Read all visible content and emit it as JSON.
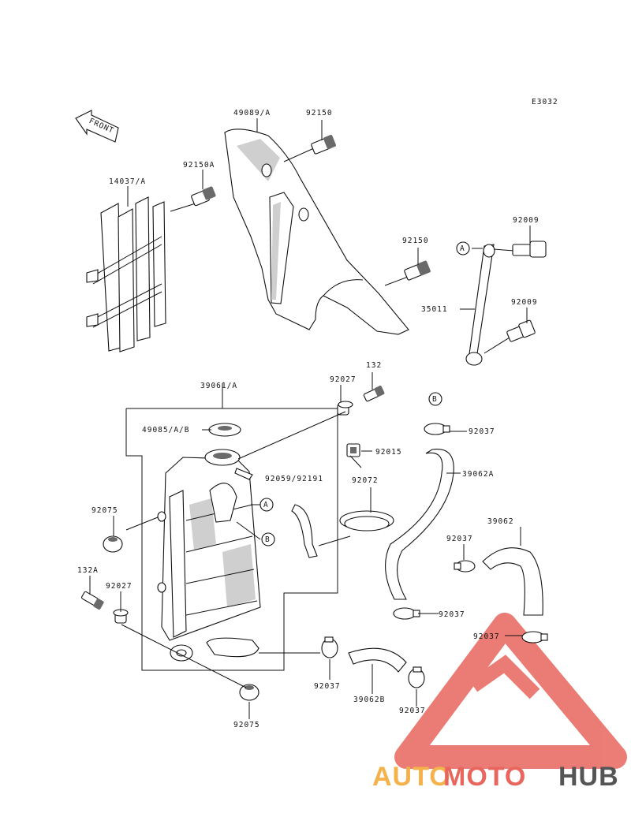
{
  "diagram": {
    "ref_code": "E3032",
    "front_arrow_label": "FRONT",
    "parts": [
      {
        "id": "p1",
        "label": "49089/A"
      },
      {
        "id": "p2",
        "label": "92150"
      },
      {
        "id": "p3",
        "label": "92150A"
      },
      {
        "id": "p4",
        "label": "14037/A"
      },
      {
        "id": "p5",
        "label": "92009"
      },
      {
        "id": "p6",
        "label": "92150"
      },
      {
        "id": "p7",
        "label": "35011"
      },
      {
        "id": "p8",
        "label": "92009"
      },
      {
        "id": "p9",
        "label": "39061/A"
      },
      {
        "id": "p10",
        "label": "92027"
      },
      {
        "id": "p11",
        "label": "132"
      },
      {
        "id": "p12",
        "label": "49085/A/B"
      },
      {
        "id": "p13",
        "label": "92037"
      },
      {
        "id": "p14",
        "label": "92015"
      },
      {
        "id": "p15",
        "label": "92059/92191"
      },
      {
        "id": "p16",
        "label": "92072"
      },
      {
        "id": "p17",
        "label": "39062A"
      },
      {
        "id": "p18",
        "label": "92075"
      },
      {
        "id": "p19",
        "label": "39062"
      },
      {
        "id": "p20",
        "label": "92037"
      },
      {
        "id": "p21",
        "label": "132A"
      },
      {
        "id": "p22",
        "label": "92027"
      },
      {
        "id": "p23",
        "label": "92037"
      },
      {
        "id": "p24",
        "label": "92037"
      },
      {
        "id": "p25",
        "label": "92037"
      },
      {
        "id": "p26",
        "label": "39062B"
      },
      {
        "id": "p27",
        "label": "92037"
      },
      {
        "id": "p28",
        "label": "92075"
      }
    ],
    "callouts": [
      {
        "id": "c1",
        "letter": "A"
      },
      {
        "id": "c2",
        "letter": "B"
      },
      {
        "id": "c3",
        "letter": "A"
      },
      {
        "id": "c4",
        "letter": "B"
      }
    ]
  },
  "watermark": {
    "part1": "AUTO",
    "part2": "MOTO",
    "part3": "HUB",
    "colors": {
      "auto": "#f5b24a",
      "moto": "#e8665e",
      "hub": "#555555"
    }
  }
}
